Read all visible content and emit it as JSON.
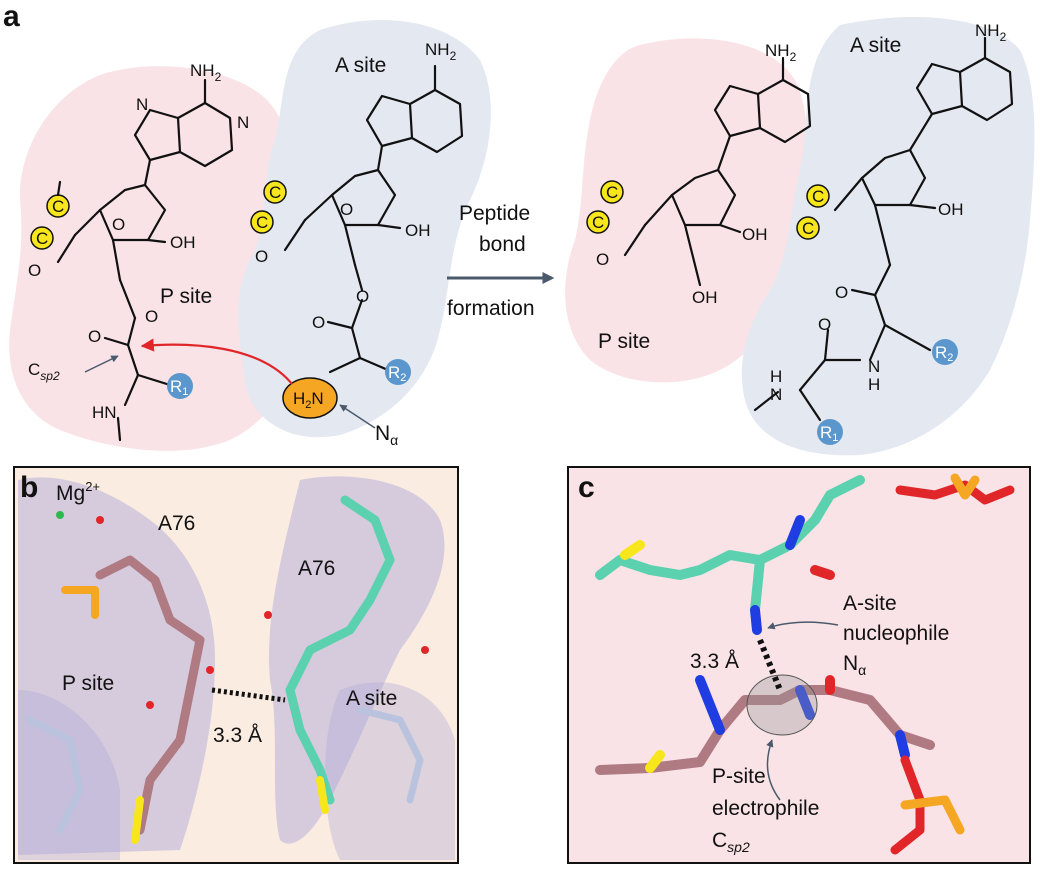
{
  "panels": {
    "a": "a",
    "b": "b",
    "c": "c"
  },
  "colors": {
    "p_site_bg": "#f9e3e6",
    "a_site_bg": "#e4e8f1",
    "carbon_yellow": "#f8e61c",
    "r_blue": "#5b97cc",
    "amine_orange": "#f5a623",
    "arrow_red": "#e1262a",
    "arrow_gray": "#4b5a6b",
    "p_tRNA": "#b07a83",
    "a_tRNA": "#5bd1b0",
    "density": "#a8a5d6"
  },
  "panel_a": {
    "left": {
      "a_site_label": "A site",
      "p_site_label": "P site",
      "amine_p": "NH",
      "amine_a": "NH",
      "amine_sub": "2",
      "n": "N",
      "oh": "OH",
      "o": "O",
      "hn": "HN",
      "h2n": "H",
      "h2n_sub": "2",
      "h2n_n": "N",
      "c": "C",
      "r1": "R",
      "r1_sub": "1",
      "r2": "R",
      "r2_sub": "2",
      "csp2": "C",
      "csp2_sub": "sp2",
      "nalpha": "N",
      "nalpha_sub": "α"
    },
    "reaction": {
      "line1": "Peptide",
      "line2": "bond",
      "line3": "formation"
    },
    "right": {
      "a_site_label": "A site",
      "p_site_label": "P site",
      "h": "H",
      "n": "N"
    }
  },
  "panel_b": {
    "mg": "Mg",
    "mg_sup": "2+",
    "a76_p": "A76",
    "a76_a": "A76",
    "p_site": "P site",
    "a_site": "A site",
    "distance": "3.3 Å"
  },
  "panel_c": {
    "distance": "3.3 Å",
    "a_line1": "A-site",
    "a_line2": "nucleophile",
    "a_line3": "N",
    "a_line3_sub": "α",
    "p_line1": "P-site",
    "p_line2": "electrophile",
    "p_line3": "C",
    "p_line3_sub": "sp2"
  }
}
